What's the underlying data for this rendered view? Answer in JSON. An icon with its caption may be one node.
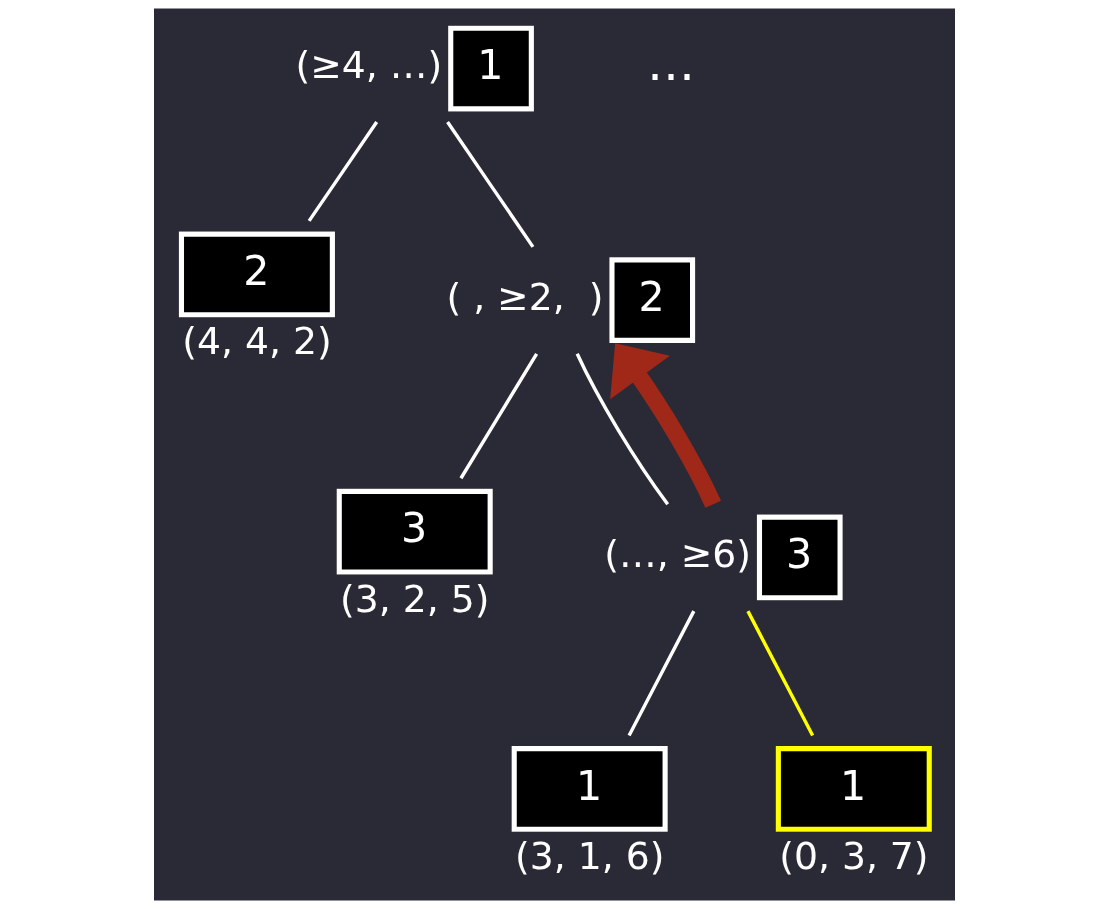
{
  "diagram": {
    "nodes": [
      {
        "text": [
          "1"
        ],
        "beside": [
          "(≥4, …)"
        ]
      },
      {
        "text": [
          "2"
        ],
        "beside": [
          "(4, 4, 2)"
        ]
      },
      {
        "text": [
          "2"
        ],
        "beside": [
          "( , ≥2,  )"
        ]
      },
      {
        "text": [
          "3"
        ],
        "beside": [
          "(3, 2, 5)"
        ]
      },
      {
        "text": [
          "3"
        ],
        "beside": [
          "(…, ≥6)"
        ]
      },
      {
        "text": [
          "1"
        ],
        "beside": [
          "(3, 1, 6)"
        ]
      },
      {
        "text": [
          "1"
        ],
        "beside": [
          "(0, 3, 7)"
        ]
      }
    ],
    "edges": [
      {
        "from": 0,
        "to": 1,
        "arrow": "none"
      },
      {
        "from": 0,
        "to": 2,
        "arrow": "none"
      },
      {
        "from": 2,
        "to": 3,
        "arrow": "none"
      },
      {
        "from": 2,
        "to": 4,
        "arrow": "none"
      },
      {
        "from": 4,
        "to": 2,
        "arrow": "to",
        "style": "thick",
        "color": "#a02818"
      },
      {
        "from": 4,
        "to": 5,
        "arrow": "none"
      },
      {
        "from": 4,
        "to": 6,
        "arrow": "none",
        "color": "#ffff00"
      }
    ],
    "labels": [
      "…"
    ]
  }
}
